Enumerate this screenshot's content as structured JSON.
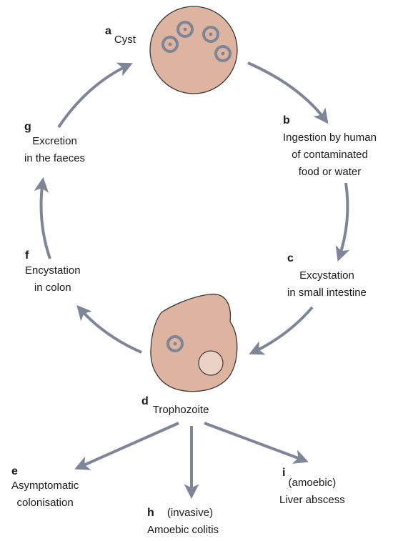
{
  "colors": {
    "arrow": "#7e8597",
    "cell_fill": "#dcb49f",
    "cell_stroke": "#3a3a3a",
    "nucleus_ring": "#7e8597",
    "vacuole_fill": "#ecd2c4"
  },
  "stages": {
    "a": {
      "letter": "a",
      "lines": [
        "Cyst"
      ]
    },
    "b": {
      "letter": "b",
      "lines": [
        "Ingestion by human",
        "of contaminated",
        "food or water"
      ]
    },
    "c": {
      "letter": "c",
      "lines": [
        "Excystation",
        "in small intestine"
      ]
    },
    "d": {
      "letter": "d",
      "lines": [
        "Trophozoite"
      ]
    },
    "e": {
      "letter": "e",
      "lines": [
        "Asymptomatic",
        "colonisation"
      ]
    },
    "f": {
      "letter": "f",
      "lines": [
        "Encystation",
        "in colon"
      ]
    },
    "g": {
      "letter": "g",
      "lines": [
        "Excretion",
        "in the faeces"
      ]
    },
    "h": {
      "letter": "h",
      "lines": [
        "(invasive)",
        "Amoebic colitis"
      ]
    },
    "i": {
      "letter": "i",
      "lines": [
        "(amoebic)",
        "Liver abscess"
      ]
    }
  }
}
